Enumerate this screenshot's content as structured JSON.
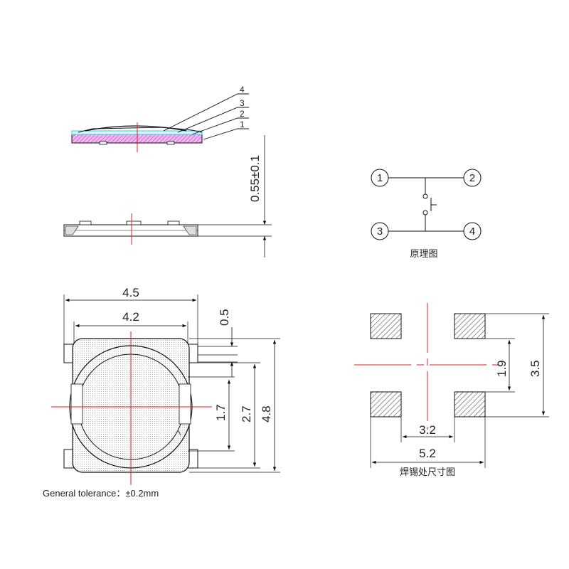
{
  "side_view": {
    "layer_labels": [
      "4",
      "3",
      "2",
      "1"
    ],
    "height_dim": "0.55±0.1"
  },
  "top_view": {
    "width_outer": "4.5",
    "width_inner": "4.2",
    "terminal_width": "0.5",
    "dim_1_7": "1.7",
    "dim_2_7": "2.7",
    "height_outer": "4.8"
  },
  "schematic": {
    "pins": [
      "1",
      "2",
      "3",
      "4"
    ],
    "caption": "原理图"
  },
  "pad_layout": {
    "pad_spacing_y": "1.9",
    "pad_span_y": "3.5",
    "pad_spacing_x": "3.2",
    "pad_span_x": "5.2",
    "caption": "焊锡处尺寸图"
  },
  "notes": {
    "tolerance_label": "General tolerance：",
    "tolerance_value": "±0.2mm"
  },
  "colors": {
    "line": "#111111",
    "centerline": "#e0202a",
    "magenta_layer": "#c850c8",
    "cyan_layer": "#40c8d8"
  }
}
